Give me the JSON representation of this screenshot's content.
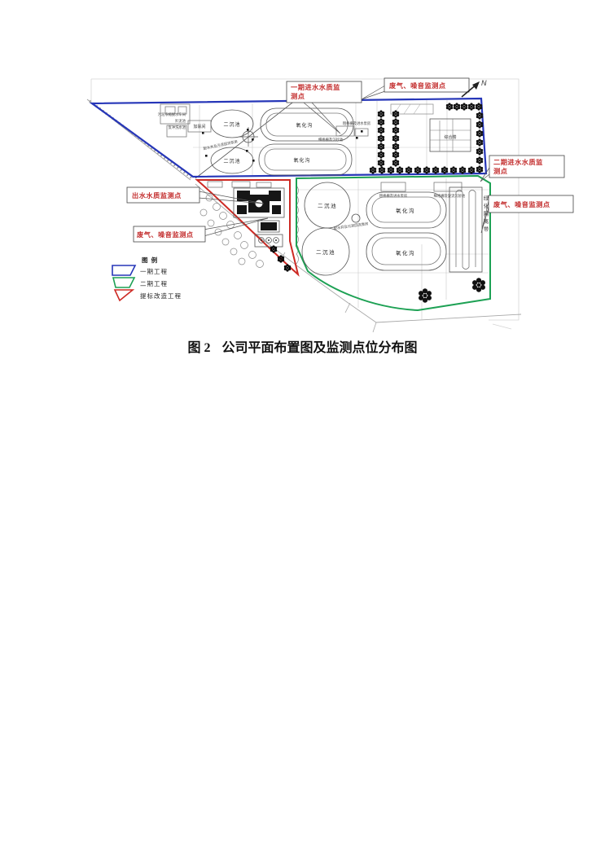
{
  "figure": {
    "caption_prefix": "图 2",
    "caption_title": "公司平面布置图及监测点位分布图"
  },
  "compass": {
    "label": "N"
  },
  "callouts": {
    "phase1_influent_line1": "一期进水水质监",
    "phase1_influent_line2": "测点",
    "top_gas_noise": "废气、噪音监测点",
    "phase2_influent_line1": "二期进水水质监",
    "phase2_influent_line2": "测点",
    "right_gas_noise": "废气、噪音监测点",
    "effluent": "出水水质监测点",
    "left_gas_noise": "废气、噪音监测点"
  },
  "legend": {
    "title": "图 例",
    "items": [
      {
        "label": "一期工程",
        "color": "#2636b8"
      },
      {
        "label": "二期工程",
        "color": "#1da154"
      },
      {
        "label": "提标改造工程",
        "color": "#cd2a24"
      }
    ]
  },
  "plan_labels": {
    "sludge_line1": "污泥浓缩脱水车间",
    "sludge_line2": "贮泥池",
    "sludge_line3": "反冲洗水池",
    "chlorination": "加氯间",
    "clarifier": "二沉池",
    "oxidation_ditch": "氧化沟",
    "distribution_well": "配水井及污泥回流泵房",
    "coarse_screen": "粗格栅及进水泵房",
    "fine_screen": "细格栅及沉砂池",
    "fine_screen_p2": "细格栅及旋流沉砂池",
    "admin_building": "综合楼",
    "green_belt": "绿化隔离带"
  }
}
